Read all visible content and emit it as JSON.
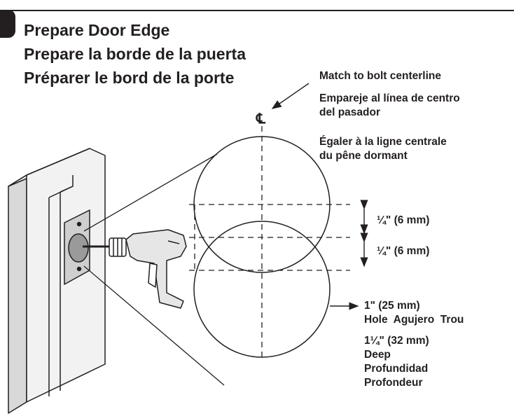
{
  "step": {
    "titles": [
      "Prepare Door Edge",
      "Prepare la borde de la puerta",
      "Préparer le bord de la porte"
    ]
  },
  "callouts": {
    "centerline_symbol": "℄",
    "match_en": "Match to bolt centerline",
    "match_es_line1": "Empareje al línea de centro",
    "match_es_line2": "del pasador",
    "match_fr_line1": "Égaler à la ligne centrale",
    "match_fr_line2": "du pêne dormant",
    "offset_upper": "¼\" (6 mm)",
    "offset_lower": "¼\" (6 mm)",
    "hole_size": "1\" (25 mm)",
    "hole_words": "Hole  Agujero  Trou",
    "depth_size": "1¼\" (32 mm)",
    "depth_en": "Deep",
    "depth_es": "Profundidad",
    "depth_fr": "Profondeur"
  },
  "colors": {
    "ink": "#231f20",
    "door_face": "#f2f2f2",
    "door_side": "#d9d9d9",
    "drill_body": "#e6e6e6"
  }
}
